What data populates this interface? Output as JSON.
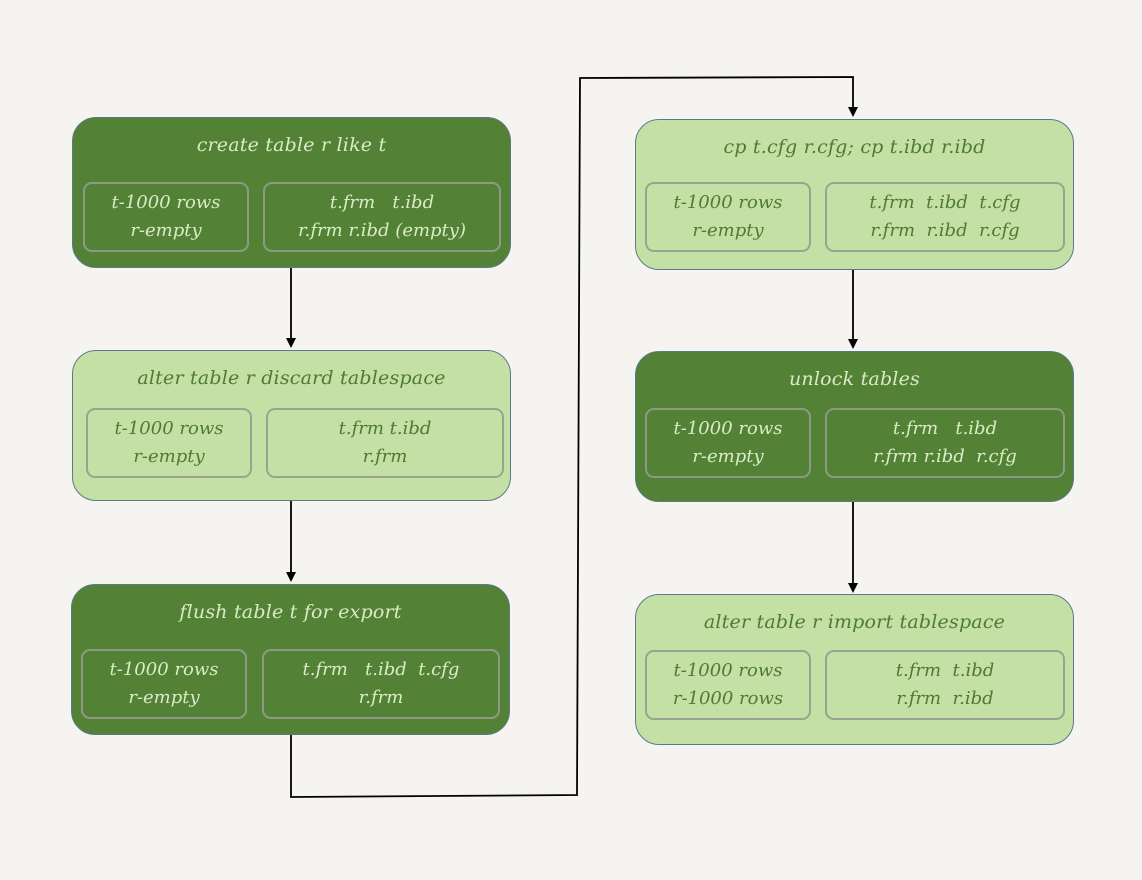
{
  "steps": [
    {
      "id": "create",
      "tone": "dark",
      "title": "create table r like t",
      "rows": [
        "t-1000 rows",
        "r-empty"
      ],
      "files": [
        "t.frm   t.ibd",
        "r.frm r.ibd (empty)"
      ]
    },
    {
      "id": "discard",
      "tone": "light",
      "title": "alter table r discard tablespace",
      "rows": [
        "t-1000 rows",
        "r-empty"
      ],
      "files": [
        "t.frm t.ibd",
        "r.frm"
      ]
    },
    {
      "id": "flush",
      "tone": "dark",
      "title": "flush table t for export",
      "rows": [
        "t-1000 rows",
        "r-empty"
      ],
      "files": [
        "t.frm   t.ibd  t.cfg",
        "r.frm"
      ]
    },
    {
      "id": "copy",
      "tone": "light",
      "title": "cp t.cfg r.cfg; cp t.ibd r.ibd",
      "rows": [
        "t-1000 rows",
        "r-empty"
      ],
      "files": [
        "t.frm  t.ibd  t.cfg",
        "r.frm  r.ibd  r.cfg"
      ]
    },
    {
      "id": "unlock",
      "tone": "dark",
      "title": "unlock tables",
      "rows": [
        "t-1000 rows",
        "r-empty"
      ],
      "files": [
        "t.frm   t.ibd",
        "r.frm r.ibd  r.cfg"
      ]
    },
    {
      "id": "import",
      "tone": "light",
      "title": "alter table r import tablespace",
      "rows": [
        "t-1000 rows",
        "r-1000 rows"
      ],
      "files": [
        "t.frm  t.ibd",
        "r.frm  r.ibd"
      ]
    }
  ]
}
